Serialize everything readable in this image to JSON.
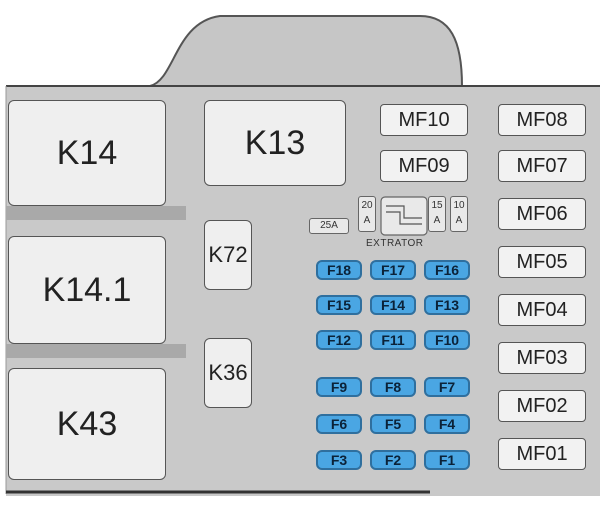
{
  "relays_large": [
    "K14",
    "K13",
    "K14.1",
    "K43"
  ],
  "relays_small": [
    "K72",
    "K36"
  ],
  "maxi_fuses_mid": [
    "MF10",
    "MF09"
  ],
  "maxi_fuses_right": [
    "MF08",
    "MF07",
    "MF06",
    "MF05",
    "MF04",
    "MF03",
    "MF02",
    "MF01"
  ],
  "small_fuses": {
    "f25": "25A",
    "f20_top": "20",
    "f20_bot": "A",
    "f15_top": "15",
    "f15_bot": "A",
    "f10_top": "10",
    "f10_bot": "A",
    "extrator": "EXTRATOR"
  },
  "blade_fuses": [
    [
      "F18",
      "F17",
      "F16"
    ],
    [
      "F15",
      "F14",
      "F13"
    ],
    [
      "F12",
      "F11",
      "F10"
    ],
    [
      "F9",
      "F8",
      "F7"
    ],
    [
      "F6",
      "F5",
      "F4"
    ],
    [
      "F3",
      "F2",
      "F1"
    ]
  ],
  "colors": {
    "housing": "#c9c9c9",
    "housing_dark": "#8c8c8c",
    "fuse_blue": "#4aa6e3"
  }
}
